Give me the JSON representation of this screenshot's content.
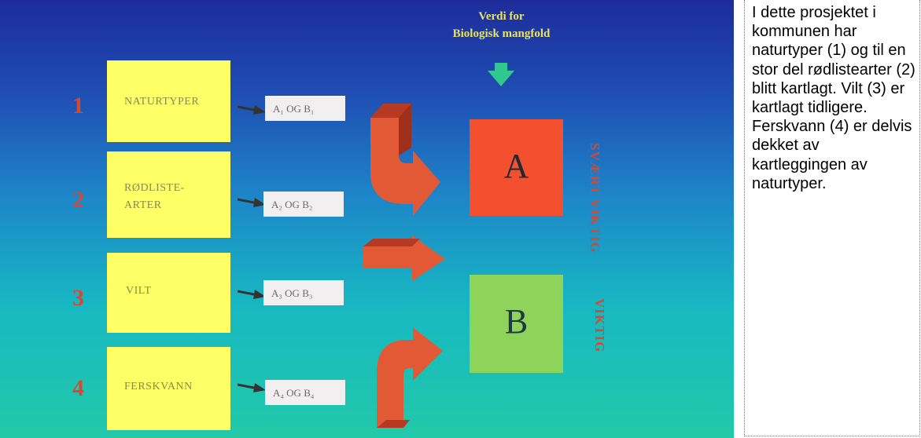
{
  "diagram": {
    "title_lines": [
      "Verdi for",
      "Biologisk mangfold"
    ],
    "rows": [
      {
        "number": "1",
        "label_lines": [
          "NATURTYPER"
        ],
        "output": "A₁ OG B₁"
      },
      {
        "number": "2",
        "label_lines": [
          "RØDLISTE-",
          "ARTER"
        ],
        "output": "A₂ OG B₂"
      },
      {
        "number": "3",
        "label_lines": [
          "VILT"
        ],
        "output": "A₃ OG B₃"
      },
      {
        "number": "4",
        "label_lines": [
          "FERSKVANN"
        ],
        "output": "A₄ OG B₄"
      }
    ],
    "box_a": {
      "letter": "A",
      "side_label": "SVÆRT VIKTIG",
      "color": "#f2502e"
    },
    "box_b": {
      "letter": "B",
      "side_label": "VIKTIG",
      "color": "#8ed45a"
    },
    "colors": {
      "input_box": "#ffff66",
      "output_box": "#f1efef",
      "accent_red": "#d9472f",
      "down_arrow": "#2fc98f",
      "title": "#e6e36a"
    }
  },
  "sidebar": {
    "text": "I dette prosjektet i kommunen har naturtyper (1) og til en stor del rødlistearter (2) blitt kartlagt. Vilt (3) er kartlagt tidligere. Ferskvann (4) er delvis dekket av kartleggingen av naturtyper."
  }
}
